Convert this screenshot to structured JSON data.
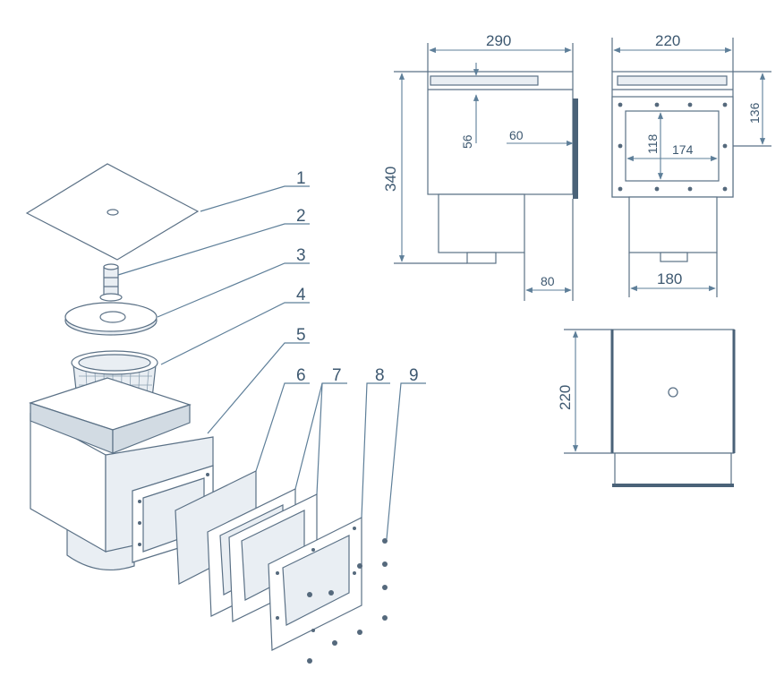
{
  "dimensions": {
    "side_width": "290",
    "side_height": "340",
    "side_top_offset": "56",
    "side_inlet_depth": "60",
    "side_outlet_offset": "80",
    "front_width": "220",
    "front_top": "136",
    "front_opening_height": "118",
    "front_opening_width": "174",
    "front_bottom_width": "180",
    "top_view_width": "220"
  },
  "callouts": [
    "1",
    "2",
    "3",
    "4",
    "5",
    "6",
    "7",
    "8",
    "9"
  ],
  "colors": {
    "line": "#5b7186",
    "dimension": "#5e7f99",
    "text": "#3d5870",
    "fill_shade": "#e9eef3"
  }
}
